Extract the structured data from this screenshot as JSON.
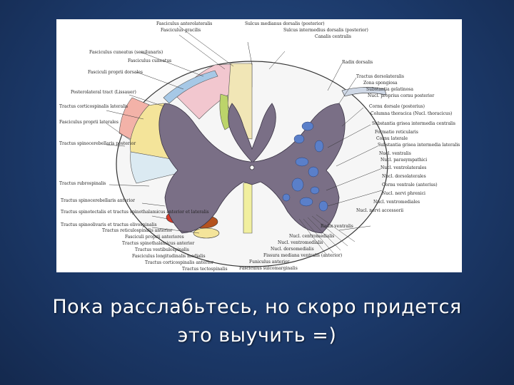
{
  "caption": {
    "line1": "Пока расслабьтесь, но скоро придется",
    "line2": "это выучить =)"
  },
  "diagram": {
    "left_labels": [
      "Fasciculus anterolateralis",
      "Fasciculus gracilis",
      "Fasciculus cuneatus (semilunaris)",
      "Fasciculus cuneatus",
      "Fasciculi proprii dorsales",
      "Posterolateral tract (Lissauer)",
      "Tractus corticospinalis lateralis",
      "Fasciculus proprii laterales",
      "Tractus spinocerebellaris posterior",
      "Tractus rubrospinalis",
      "Tractus spinocerebellaris anterior",
      "Tractus spinotectalis et tractus spinothalamicus anterior et lateralis",
      "Tractus spinoolivaris et tractus olivospinalis",
      "Tractus reticulospinalis anterior",
      "Fasciculi proprii anteriores",
      "Tractus spinothalamicus anterior",
      "Tractus vestibulospinalis",
      "Fasciculus longitudinalis medialis",
      "Tractus corticospinalis anterior",
      "Tractus tectospinalis"
    ],
    "right_labels": [
      "Sulcus medianus dorsalis (posterior)",
      "Sulcus intermedius dorsalis (posterior)",
      "Canalis centralis",
      "Radix dorsalis",
      "Tractus dorsolateralis",
      "Zona spongiosa",
      "Substantia gelatinosa",
      "Nucl. proprius cornu posterior",
      "Cornu dorsale (posterius)",
      "Columna thoracica (Nucl. thoracicus)",
      "Substantia grisea intermedia centralis",
      "Formatio reticularis",
      "Cornu laterale",
      "Substantia grisea intermedia lateralis",
      "Nucl. ventralis",
      "Nucl. parasympathici",
      "Nucl. ventrolaterales",
      "Nucl. dorsolaterales",
      "Cornu ventrale (anterius)",
      "Nucl. nervi phrenici",
      "Nucl. ventromediales",
      "Nucl. nervi accessorii",
      "Radix ventralis",
      "Nucl. centromedialis",
      "Nucl. ventromedialis",
      "Nucl. dorsomedialis",
      "Fissura mediana ventralis (anterior)",
      "Funiculus anterior",
      "Fasciculus sulcomarginalis"
    ]
  },
  "colors": {
    "background": "#1c3a6b",
    "grey_matter": "#7a6f86",
    "nuclei": "#5a7fc9",
    "gracilis": "#f1e6b6",
    "cuneatus": "#f2c7cf",
    "lateral_corticospinal": "#f4e49a",
    "spinocerebellar_posterior": "#f3b2a8",
    "red_nucleus_tract": "#d63a2a",
    "brown_tract": "#b4521e"
  }
}
